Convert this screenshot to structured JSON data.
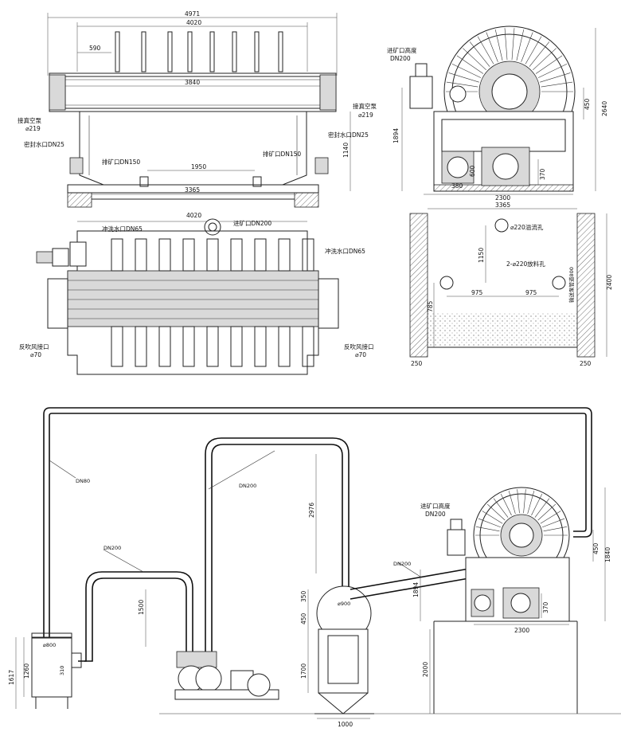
{
  "front_view": {
    "dim_total": "4971",
    "dim_filter": "4020",
    "dim_offset": "590",
    "dim_drum": "3840",
    "dim_base": "3365",
    "dim_discharge": "1950",
    "dim_height": "1140",
    "label_vacuum_left": "接真空泵",
    "label_vacuum_left_size": "⌀219",
    "label_vacuum_right": "接真空泵",
    "label_vacuum_right_size": "⌀219",
    "label_seal_left": "密封水口DN25",
    "label_seal_right": "密封水口DN25",
    "label_discharge_left": "排矿口DN150",
    "label_discharge_right": "排矿口DN150"
  },
  "side_view": {
    "label_feed": "进矿口高度",
    "label_feed_size": "DN200",
    "dim_height": "1894",
    "dim_total_height": "2640",
    "dim_450": "450",
    "dim_600": "600",
    "dim_370": "370",
    "dim_380": "380",
    "dim_width": "2300"
  },
  "top_view": {
    "dim_width": "4020",
    "label_feed": "进矿口DN200",
    "label_wash_left": "冲洗水口DN65",
    "label_wash_right": "冲洗水口DN65",
    "label_blow_left": "反吹风接口",
    "label_blow_left_size": "⌀70",
    "label_blow_right": "反吹风接口",
    "label_blow_right_size": "⌀70"
  },
  "pit_view": {
    "dim_top": "3365",
    "label_overflow": "⌀220溢流孔",
    "label_drain": "2-⌀220放料孔",
    "label_pump": "输送泵管道800",
    "dim_1150": "1150",
    "dim_975_left": "975",
    "dim_975_right": "975",
    "dim_785": "785",
    "dim_height": "2400",
    "dim_wall_left": "250",
    "dim_wall_right": "250"
  },
  "system_view": {
    "label_pipe_dn80": "DN80",
    "label_pipe_dn200_a": "DN200",
    "label_pipe_dn200_b": "DN200",
    "label_pipe_dn200_c": "DN200",
    "dim_2976": "2976",
    "dim_1500": "1500",
    "dim_1894": "1894",
    "dim_350": "350",
    "dim_450": "450",
    "dim_1700": "1700",
    "dim_2000": "2000",
    "dim_1000": "1000",
    "dim_1617": "1617",
    "dim_1260": "1260",
    "dim_800": "⌀800",
    "dim_310": "310",
    "dim_1840": "1840",
    "dim_450_r": "450",
    "dim_370": "370",
    "dim_2300": "2300",
    "dim_900": "⌀900",
    "label_feed": "进矿口高度",
    "label_feed_size": "DN200"
  }
}
